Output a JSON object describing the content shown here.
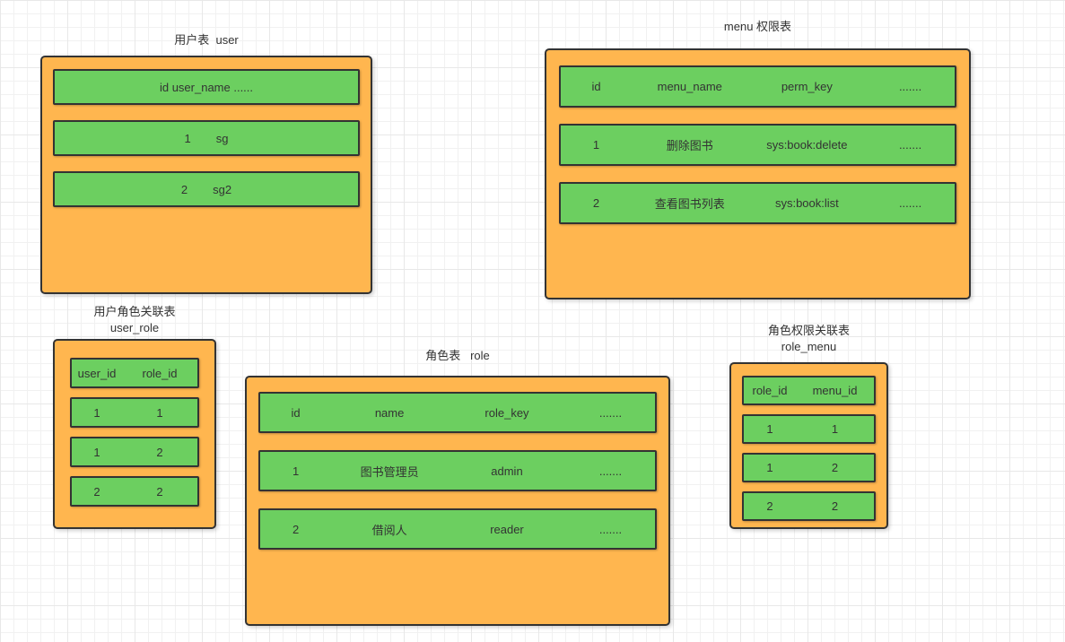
{
  "colors": {
    "canvas_bg": "#ffffff",
    "grid_line": "#f1f1f1",
    "grid_line_strong": "#e8e8e8",
    "table_fill": "#FFB64F",
    "row_fill": "#6CCF60",
    "shape_border": "#333333",
    "text": "#333333"
  },
  "tables": [
    {
      "id": "user",
      "title_lines": [
        "用户表  user"
      ],
      "rows": [
        [
          "id user_name ......"
        ],
        [
          "1",
          "sg"
        ],
        [
          "2",
          "sg2"
        ]
      ]
    },
    {
      "id": "menu",
      "title_lines": [
        "menu 权限表"
      ],
      "rows": [
        [
          "id",
          "menu_name",
          "perm_key",
          "......."
        ],
        [
          "1",
          "删除图书",
          "sys:book:delete",
          "......."
        ],
        [
          "2",
          "查看图书列表",
          "sys:book:list",
          "......."
        ]
      ]
    },
    {
      "id": "user_role",
      "title_lines": [
        "用户角色关联表",
        "user_role"
      ],
      "rows": [
        [
          "user_id",
          "role_id"
        ],
        [
          "1",
          "1"
        ],
        [
          "1",
          "2"
        ],
        [
          "2",
          "2"
        ]
      ]
    },
    {
      "id": "role",
      "title_lines": [
        "角色表   role"
      ],
      "rows": [
        [
          "id",
          "name",
          "role_key",
          "......."
        ],
        [
          "1",
          "图书管理员",
          "admin",
          "......."
        ],
        [
          "2",
          "借阅人",
          "reader",
          "......."
        ]
      ]
    },
    {
      "id": "role_menu",
      "title_lines": [
        "角色权限关联表",
        "role_menu"
      ],
      "rows": [
        [
          "role_id",
          "menu_id"
        ],
        [
          "1",
          "1"
        ],
        [
          "1",
          "2"
        ],
        [
          "2",
          "2"
        ]
      ]
    }
  ]
}
